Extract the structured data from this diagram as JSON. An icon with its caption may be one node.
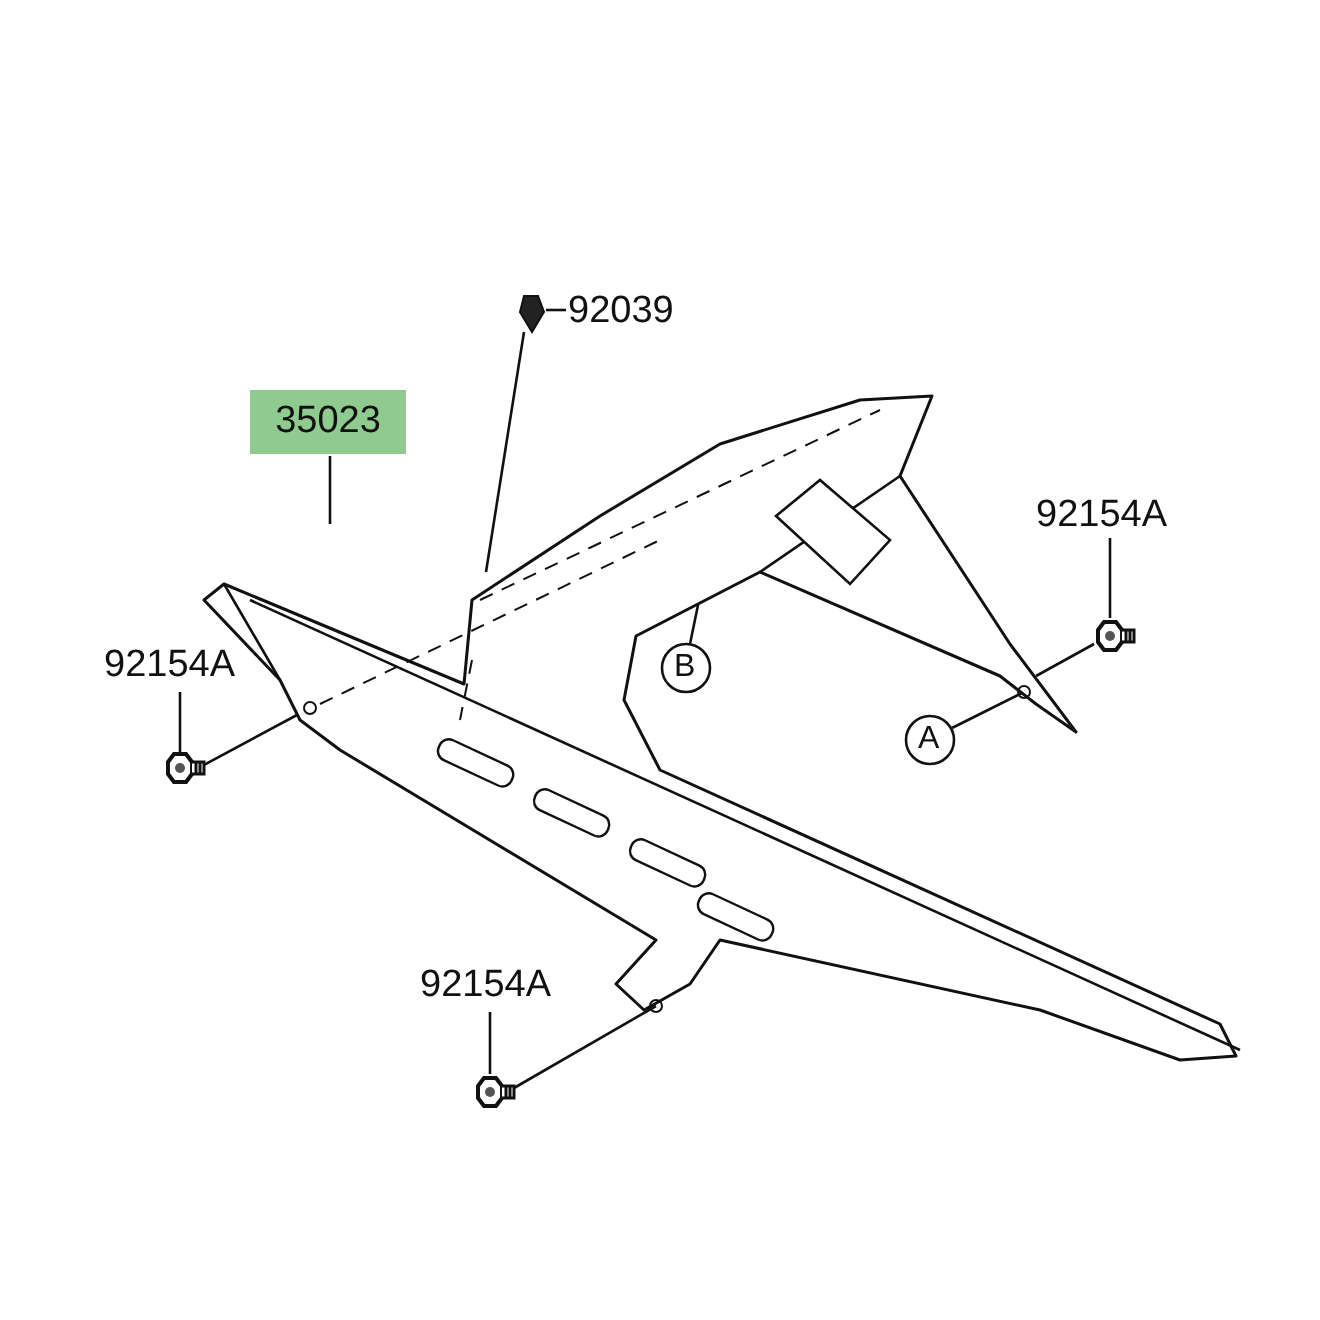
{
  "diagram": {
    "nodes": [
      {
        "text": [
          "35023"
        ]
      },
      {
        "text": [],
        "shape": "picture"
      },
      {
        "text": [
          "92039"
        ]
      },
      {
        "text": [],
        "shape": "picture"
      },
      {
        "text": [
          "92154A"
        ]
      },
      {
        "text": [],
        "shape": "picture"
      },
      {
        "text": [
          "92154A"
        ]
      },
      {
        "text": [],
        "shape": "picture"
      },
      {
        "text": [
          "92154A"
        ]
      },
      {
        "text": [],
        "shape": "picture"
      },
      {
        "text": [
          "A"
        ]
      },
      {
        "text": [
          "B"
        ]
      }
    ],
    "edges": [
      {
        "from": 0,
        "to": 1,
        "arrow": "none"
      },
      {
        "from": 2,
        "to": 3,
        "arrow": "none"
      },
      {
        "from": 3,
        "to": 1,
        "arrow": "none"
      },
      {
        "from": 4,
        "to": 5,
        "arrow": "none"
      },
      {
        "from": 5,
        "to": 1,
        "arrow": "none"
      },
      {
        "from": 6,
        "to": 7,
        "arrow": "none"
      },
      {
        "from": 7,
        "to": 1,
        "arrow": "none"
      },
      {
        "from": 8,
        "to": 9,
        "arrow": "none"
      },
      {
        "from": 9,
        "to": 1,
        "arrow": "none"
      },
      {
        "from": 10,
        "to": 1,
        "arrow": "none"
      },
      {
        "from": 11,
        "to": 1,
        "arrow": "none"
      }
    ]
  }
}
